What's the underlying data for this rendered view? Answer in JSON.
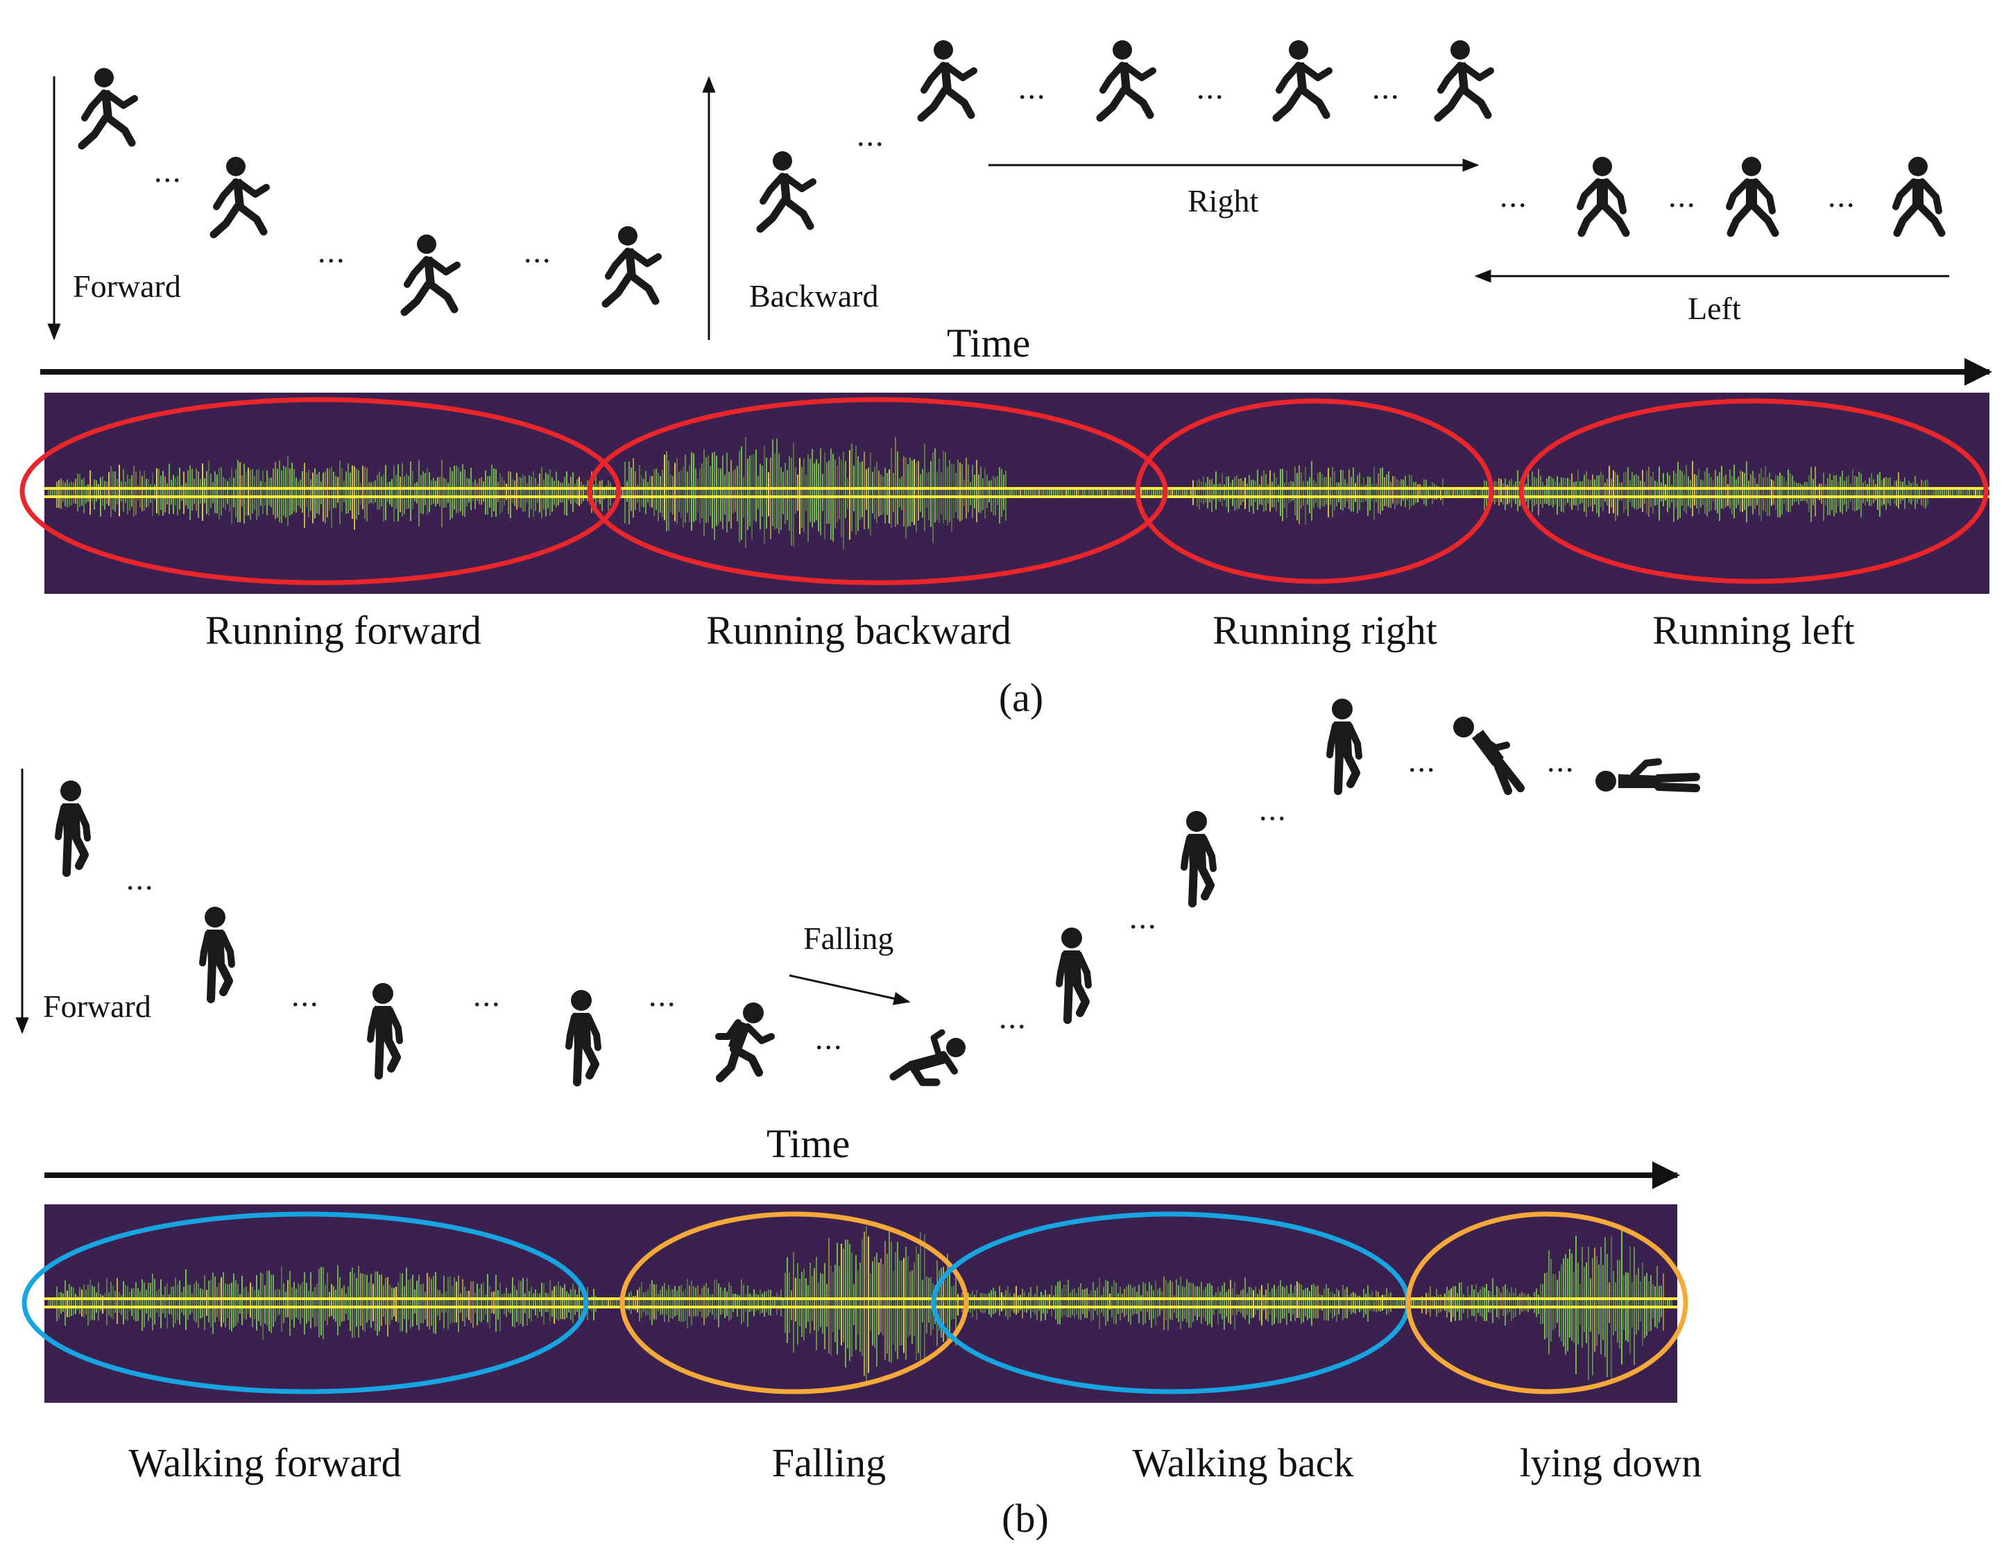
{
  "panel_a": {
    "caption": "(a)",
    "time_label": "Time",
    "direction_labels": {
      "forward": "Forward",
      "backward": "Backward",
      "right": "Right",
      "left": "Left"
    },
    "segments": [
      "Running forward",
      "Running backward",
      "Running right",
      "Running left"
    ],
    "ellipse_color": "#e8262c"
  },
  "panel_b": {
    "caption": "(b)",
    "time_label": "Time",
    "direction_labels": {
      "forward": "Forward",
      "falling": "Falling"
    },
    "segments": [
      "Walking forward",
      "Falling",
      "Walking back",
      "lying down"
    ],
    "ellipse_colors": {
      "walking": "#18a4e0",
      "falling": "#f5a93a"
    }
  },
  "ellipsis": "...",
  "colors": {
    "spectrogram_bg": "#3b2150",
    "signal_green": "#7fd84a",
    "signal_yellow": "#ffee3a",
    "silhouette": "#1a1a1a"
  }
}
